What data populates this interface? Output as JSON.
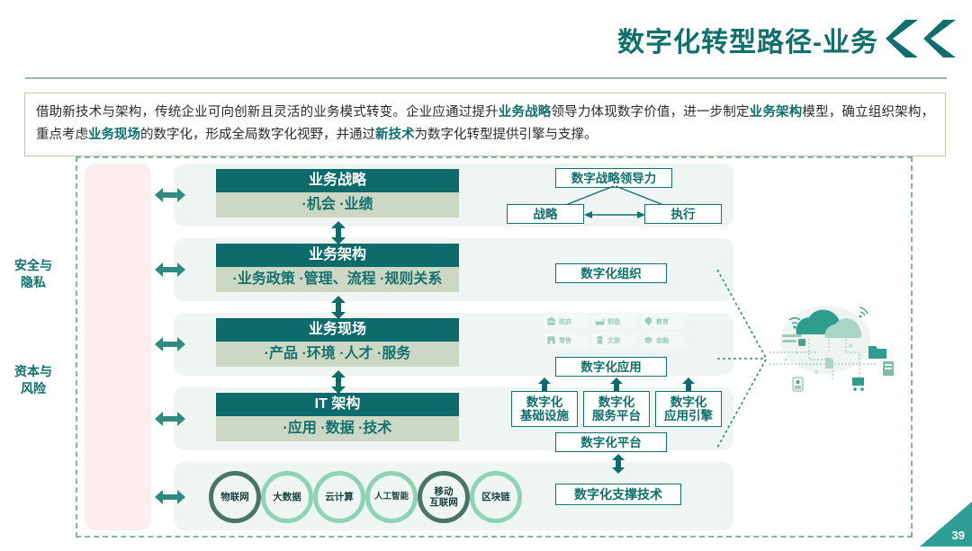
{
  "header": {
    "title": "数字化转型路径-业务",
    "accent_color": "#0f6f6c",
    "chevron_icon": "double-chevron-left-icon"
  },
  "intro": {
    "segments": [
      {
        "text": "借助新技术与架构，传统企业可向创新且灵活的业务模式转变。企业应通过提升",
        "bold": false
      },
      {
        "text": "业务战略",
        "bold": true
      },
      {
        "text": "领导力体现数字价值，进一步制定",
        "bold": false
      },
      {
        "text": "业务架构",
        "bold": true
      },
      {
        "text": "模型，确立组织架构，重点考虑",
        "bold": false
      },
      {
        "text": "业务现场",
        "bold": true
      },
      {
        "text": "的数字化，形成全局数字化视野，并通过",
        "bold": false
      },
      {
        "text": "新技术",
        "bold": true
      },
      {
        "text": "为数字化转型提供引擎与支撑。",
        "bold": false
      }
    ]
  },
  "left_panel": {
    "labels": [
      {
        "line1": "安全与",
        "line2": "隐私"
      },
      {
        "line1": "资本与",
        "line2": "风险"
      }
    ],
    "background_color": "#fceeee"
  },
  "layers": [
    {
      "title": "业务战略",
      "items": "·机会 ·业绩"
    },
    {
      "title": "业务架构",
      "items": "·业务政策 ·管理、流程 ·规则关系"
    },
    {
      "title": "业务现场",
      "items": "·产品 ·环境 ·人才 ·服务"
    },
    {
      "title": "IT 架构",
      "items": "·应用 ·数据 ·技术"
    }
  ],
  "layer_colors": {
    "head_bg": "#0d6b6b",
    "head_text": "#ffffff",
    "body_bg": "#ccd8c4",
    "body_text": "#15706d",
    "row_bg": "#eef5f2"
  },
  "technologies": [
    {
      "label": "物联网",
      "ring": "dark"
    },
    {
      "label": "大数据",
      "ring": "light"
    },
    {
      "label": "云计算",
      "ring": "light"
    },
    {
      "label": "人工智能",
      "ring": "light"
    },
    {
      "label": "移动\n互联网",
      "line1": "移动",
      "line2": "互联网",
      "ring": "dark"
    },
    {
      "label": "区块链",
      "ring": "light"
    }
  ],
  "right_boxes": {
    "leadership": "数字战略领导力",
    "strategy": "战略",
    "execution": "执行",
    "organization": "数字化组织",
    "application": "数字化应用",
    "infrastructure": {
      "line1": "数字化",
      "line2": "基础设施"
    },
    "service_platform": {
      "line1": "数字化",
      "line2": "服务平台"
    },
    "application_engine": {
      "line1": "数字化",
      "line2": "应用引擎"
    },
    "platform": "数字化平台",
    "support_tech": "数字化支撑技术"
  },
  "industries": [
    {
      "label": "政府",
      "icon": "government-building-icon"
    },
    {
      "label": "制造",
      "icon": "factory-icon"
    },
    {
      "label": "教育",
      "icon": "education-brain-icon"
    },
    {
      "label": "零售",
      "icon": "retail-store-icon"
    },
    {
      "label": "文旅",
      "icon": "culture-tourism-icon"
    },
    {
      "label": "金融",
      "icon": "finance-coins-icon"
    }
  ],
  "illustration": {
    "name": "cloud-computing-illustration",
    "elements": [
      "cloud-icon",
      "wifi-icon",
      "folder-icon",
      "document-icon",
      "mobile-icon",
      "cart-icon",
      "server-icon"
    ]
  },
  "footer": {
    "page_number": "39",
    "corner_color": "#2e9e97"
  }
}
